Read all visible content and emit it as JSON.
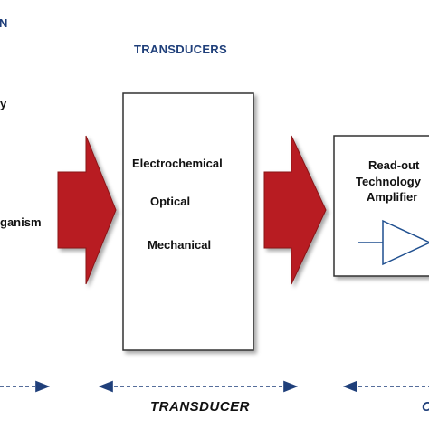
{
  "headings": {
    "left_partial": "N",
    "transducers": "TRANSDUCERS"
  },
  "left_labels": {
    "partial_y": "y",
    "organism": "ganism"
  },
  "transducer_box": {
    "items": [
      "Electrochemical",
      "Optical",
      "Mechanical"
    ]
  },
  "readout_box": {
    "lines": [
      "Read-out",
      "Technology",
      "Amplifier"
    ]
  },
  "bottom": {
    "transducer_label": "TRANSDUCER",
    "right_partial": "C"
  },
  "colors": {
    "arrow_fill": "#b81c22",
    "heading_blue": "#1f3f7a",
    "dashed_arrow": "#1f3f7a",
    "box_stroke": "#333333",
    "amplifier_stroke": "#1f4f8f"
  }
}
